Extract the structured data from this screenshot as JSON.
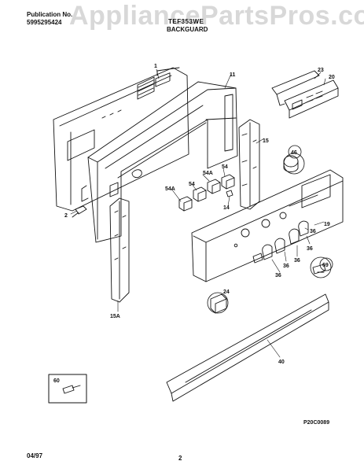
{
  "header": {
    "publication_label": "Publication No.",
    "publication_number": "5995295424",
    "model": "TEF353WE",
    "section_title": "BACKGUARD"
  },
  "watermark": "AppliancePartsPros.com",
  "callouts": {
    "p1": "1",
    "p2": "2",
    "p11": "11",
    "p14": "14",
    "p15": "15",
    "p15a": "15A",
    "p19": "19",
    "p20": "20",
    "p23": "23",
    "p24": "24",
    "p36a": "36",
    "p36b": "36",
    "p36c": "36",
    "p36d": "36",
    "p36e": "36",
    "p40": "40",
    "p46": "46",
    "p54a": "54",
    "p54b": "54",
    "p54Aa": "54A",
    "p54Ab": "54A",
    "p60": "60",
    "p69": "69"
  },
  "footer": {
    "date": "04/97",
    "page": "2",
    "diagram_code": "P20C0089"
  }
}
